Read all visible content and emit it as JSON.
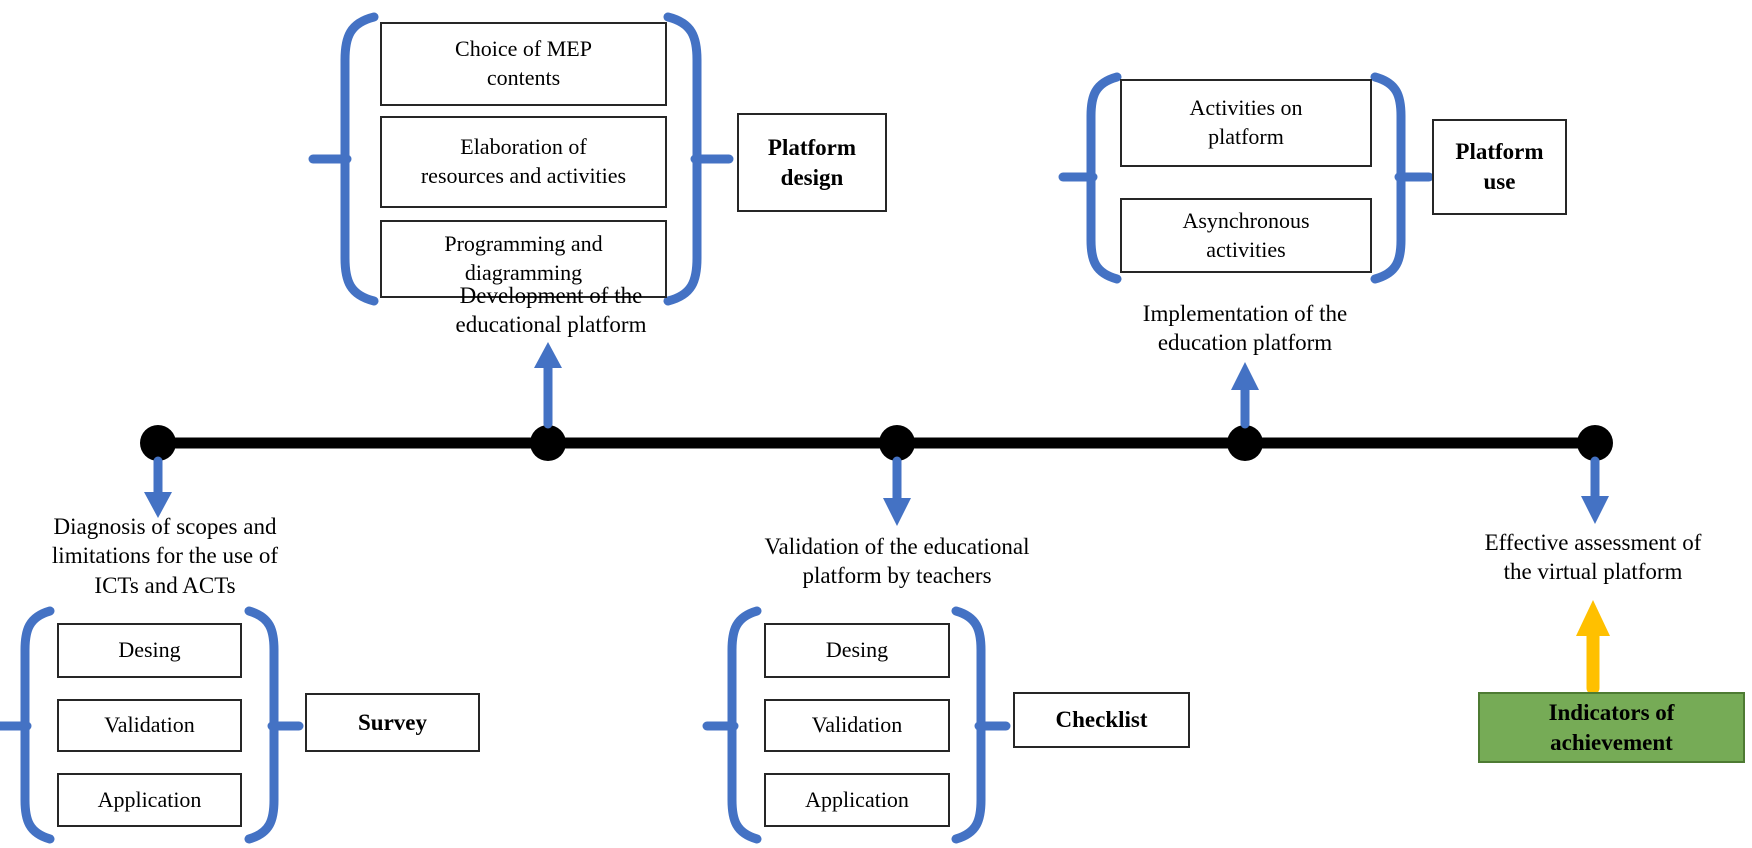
{
  "palette": {
    "arrow_blue": "#4472C4",
    "arrow_gold": "#FFC000",
    "timeline_black": "#000000",
    "item_box_border": "#262626",
    "achievement_green_fill": "#76AB56",
    "achievement_green_border": "#4E7B33",
    "background": "#FFFFFF"
  },
  "milestones": [
    {
      "id": 1,
      "label": "Diagnosis of scopes and\nlimitations for the use of\nICTs and ACTs",
      "label_side": "below"
    },
    {
      "id": 2,
      "label": "Development of the\neducational platform",
      "label_side": "above"
    },
    {
      "id": 3,
      "label": "Validation of the educational\nplatform by teachers",
      "label_side": "below"
    },
    {
      "id": 4,
      "label": "Implementation of the\neducation platform",
      "label_side": "above"
    },
    {
      "id": 5,
      "label": "Effective assessment of\nthe virtual platform",
      "label_side": "below"
    }
  ],
  "clusters": {
    "platform_design": {
      "items": [
        "Choice of MEP\ncontents",
        "Elaboration of\nresources and activities",
        "Programming and\ndiagramming"
      ],
      "result": "Platform\ndesign"
    },
    "platform_use": {
      "items": [
        "Activities on\nplatform",
        "Asynchronous\nactivities"
      ],
      "result": "Platform\nuse"
    },
    "survey": {
      "items": [
        "Desing",
        "Validation",
        "Application"
      ],
      "result": "Survey"
    },
    "checklist": {
      "items": [
        "Desing",
        "Validation",
        "Application"
      ],
      "result": "Checklist"
    },
    "achievement": {
      "result": "Indicators of\nachievement"
    }
  }
}
